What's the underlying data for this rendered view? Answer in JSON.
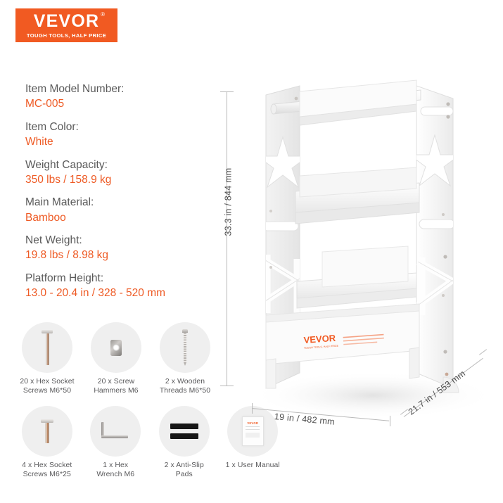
{
  "brand": {
    "name": "VEVOR",
    "registered": "®",
    "tagline": "TOUGH TOOLS, HALF PRICE",
    "color": "#F15A22"
  },
  "accent_color": "#EE5A24",
  "label_color": "#5a5a5a",
  "specs": [
    {
      "label": "Item Model Number:",
      "value": "MC-005"
    },
    {
      "label": "Item Color:",
      "value": "White"
    },
    {
      "label": "Weight Capacity:",
      "value": "350 lbs / 158.9 kg"
    },
    {
      "label": "Main Material:",
      "value": "Bamboo"
    },
    {
      "label": "Net Weight:",
      "value": "19.8 lbs / 8.98 kg"
    },
    {
      "label": "Platform Height:",
      "value": "13.0 - 20.4 in / 328 - 520 mm"
    }
  ],
  "dimensions": {
    "height": "33.3 in / 844 mm",
    "width": "19 in / 482 mm",
    "depth": "21.7 in / 553 mm"
  },
  "parts": {
    "row1": [
      {
        "icon": "hex-socket-screw-icon",
        "label": "20 x Hex Socket\nScrews M6*50"
      },
      {
        "icon": "screw-hammer-nut-icon",
        "label": "20 x Screw\nHammers M6"
      },
      {
        "icon": "wooden-thread-screw-icon",
        "label": "2 x Wooden\nThreads M6*50"
      }
    ],
    "row2": [
      {
        "icon": "hex-socket-screw-short-icon",
        "label": "4 x Hex Socket\nScrews M6*25"
      },
      {
        "icon": "hex-wrench-icon",
        "label": "1 x Hex\nWrench M6"
      },
      {
        "icon": "anti-slip-pad-icon",
        "label": "2 x Anti-Slip\nPads"
      },
      {
        "icon": "user-manual-icon",
        "label": "1 x User Manual"
      }
    ]
  },
  "product": {
    "name": "kitchen-step-stool-tower",
    "sticker_brand": "VEVOR",
    "sticker_tagline": "TOUGH TOOLS, HALF PRICE"
  }
}
